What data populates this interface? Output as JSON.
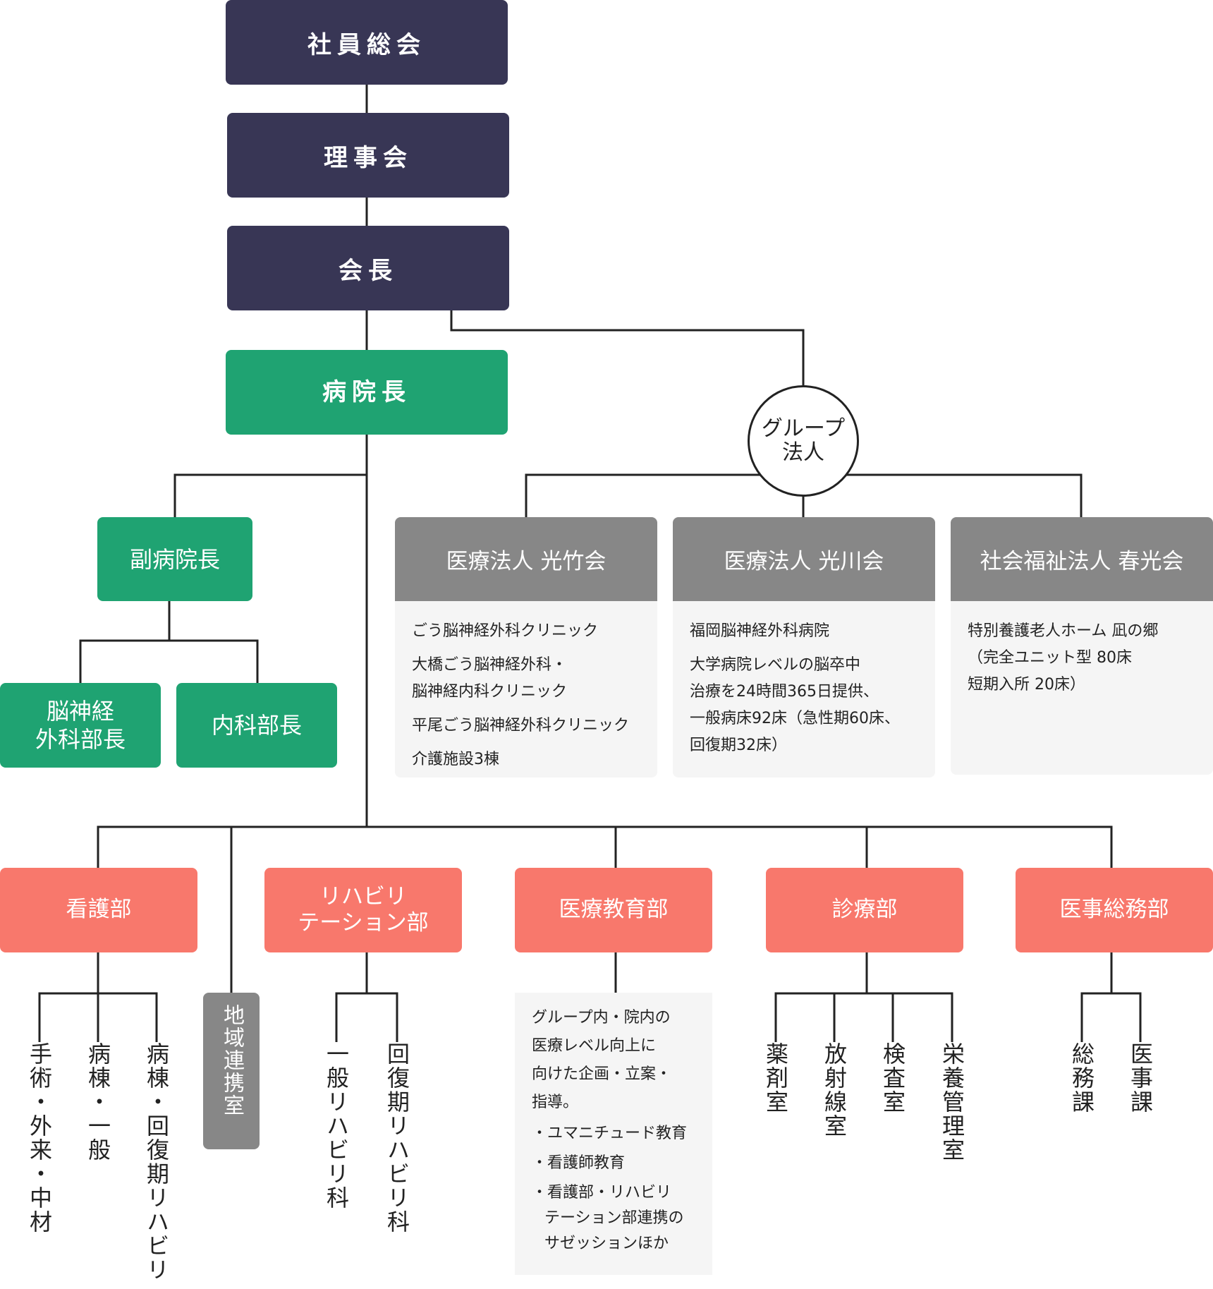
{
  "top": {
    "general_meeting": "社員総会",
    "board": "理事会",
    "chairman": "会長"
  },
  "hospital": {
    "director": "病院長",
    "vice_director": "副病院長",
    "neurosurgery_head": "脳神経\n外科部長",
    "internal_medicine_head": "内科部長"
  },
  "group": {
    "circle_label": "グループ\n法人",
    "corporations": [
      {
        "name": "医療法人 光竹会",
        "items": [
          "ごう脳神経外科クリニック",
          "大橋ごう脳神経外科・\n脳神経内科クリニック",
          "平尾ごう脳神経外科クリニック",
          "介護施設3棟"
        ]
      },
      {
        "name": "医療法人 光川会",
        "items": [
          "福岡脳神経外科病院",
          "大学病院レベルの脳卒中\n治療を24時間365日提供、\n一般病床92床（急性期60床、\n回復期32床）"
        ]
      },
      {
        "name": "社会福祉法人 春光会",
        "items": [
          "特別養護老人ホーム 凪の郷\n（完全ユニット型 80床\n短期入所 20床）"
        ]
      }
    ]
  },
  "departments": {
    "nursing": {
      "label": "看護部",
      "units": [
        "手術・外来・中材",
        "病棟・一般",
        "病棟・回復期リハビリ"
      ]
    },
    "community": "地域連携室",
    "rehab": {
      "label": "リハビリ\nテーション部",
      "units": [
        "一般リハビリ科",
        "回復期リハビリ科"
      ]
    },
    "education": {
      "label": "医療教育部",
      "intro": "グループ内・院内の\n医療レベル向上に\n向けた企画・立案・\n指導。",
      "items": [
        "・ユマニチュード教育",
        "・看護師教育",
        "・看護部・リハビリ\nテーション部連携の\nサゼッションほか"
      ]
    },
    "clinical": {
      "label": "診療部",
      "units": [
        "薬剤室",
        "放射線室",
        "検査室",
        "栄養管理室"
      ]
    },
    "general_affairs": {
      "label": "医事総務部",
      "units": [
        "総務課",
        "医事課"
      ]
    }
  },
  "colors": {
    "navy": "#383655",
    "green": "#1fa372",
    "salmon": "#f8786c",
    "gray": "#878787",
    "line": "#222222"
  }
}
